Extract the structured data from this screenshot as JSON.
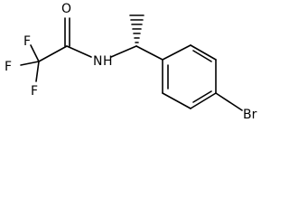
{
  "molecule": {
    "atoms": {
      "oxygen": "O",
      "nitrogen": "N",
      "hydrogen": "H",
      "fluorine_top": "F",
      "fluorine_left": "F",
      "fluorine_bottom": "F",
      "bromine": "Br"
    },
    "colors": {
      "bond": "#000000",
      "text": "#000000",
      "background": "#ffffff"
    }
  }
}
